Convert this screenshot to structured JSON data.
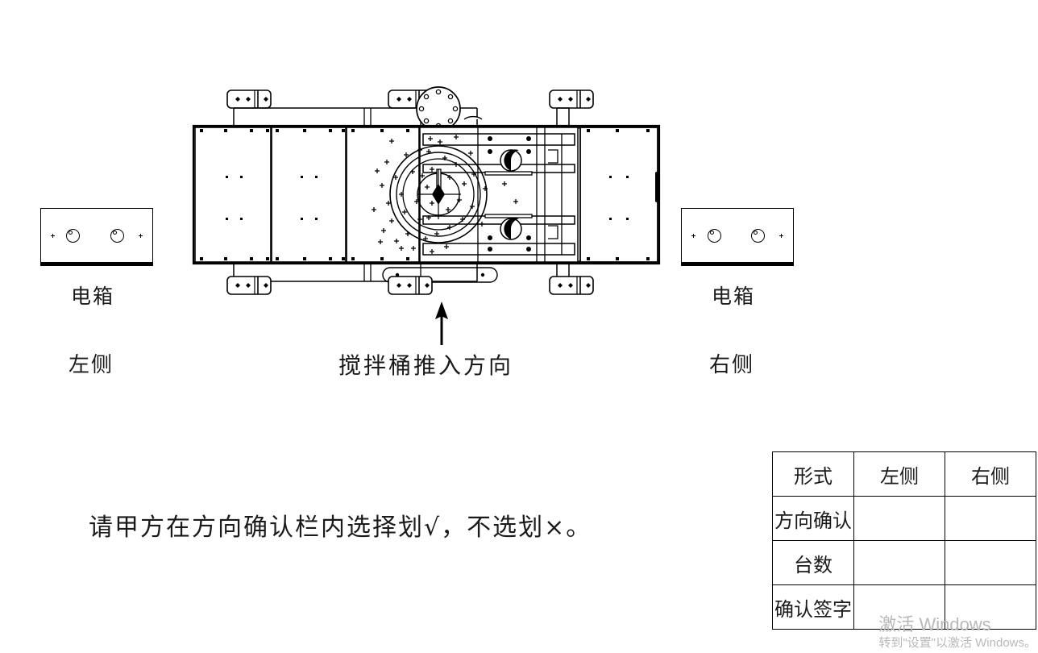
{
  "drawing": {
    "type": "mechanical-layout-top-view",
    "description": "搅拌机设备俯视布置图，含左右电箱与方向确认表"
  },
  "left_assembly": {
    "box_label": "电箱",
    "side_label": "左侧"
  },
  "right_assembly": {
    "box_label": "电箱",
    "side_label": "右侧"
  },
  "arrow_annotation": {
    "label": "搅拌桶推入方向",
    "direction": "up"
  },
  "instruction": {
    "text": "请甲方在方向确认栏内选择划√，不选划×。",
    "check_mark": "√",
    "cross_mark": "×"
  },
  "confirm_table": {
    "headers": [
      "形式",
      "左侧",
      "右侧"
    ],
    "rows": [
      {
        "label": "方向确认",
        "left": "",
        "right": ""
      },
      {
        "label": "台数",
        "left": "",
        "right": ""
      },
      {
        "label": "确认签字",
        "left": "",
        "right": ""
      }
    ]
  },
  "watermark": {
    "line1": "激活 Windows",
    "line2": "转到\"设置\"以激活 Windows。"
  },
  "colors": {
    "line": "#000000",
    "text": "#1a1a1a",
    "background": "#ffffff",
    "watermark": "#b9b9b9"
  }
}
